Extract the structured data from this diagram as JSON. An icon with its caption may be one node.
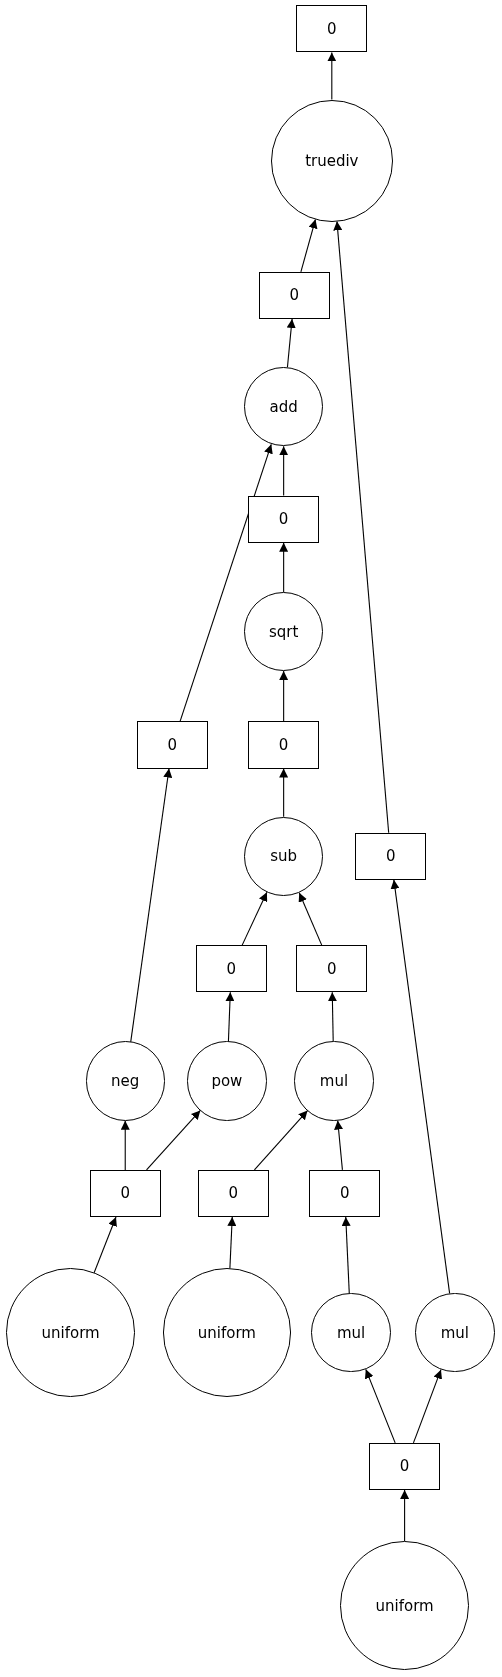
{
  "diagram": {
    "nodes": [
      {
        "text": [
          "0"
        ]
      },
      {
        "text": [
          "truediv"
        ]
      },
      {
        "text": [
          "0"
        ]
      },
      {
        "text": [
          "add"
        ]
      },
      {
        "text": [
          "0"
        ]
      },
      {
        "text": [
          "sqrt"
        ]
      },
      {
        "text": [
          "0"
        ]
      },
      {
        "text": [
          "0"
        ]
      },
      {
        "text": [
          "sub"
        ]
      },
      {
        "text": [
          "0"
        ]
      },
      {
        "text": [
          "0"
        ]
      },
      {
        "text": [
          "0"
        ]
      },
      {
        "text": [
          "neg"
        ]
      },
      {
        "text": [
          "pow"
        ]
      },
      {
        "text": [
          "mul"
        ]
      },
      {
        "text": [
          "0"
        ]
      },
      {
        "text": [
          "0"
        ]
      },
      {
        "text": [
          "0"
        ]
      },
      {
        "text": [
          "uniform"
        ]
      },
      {
        "text": [
          "uniform"
        ]
      },
      {
        "text": [
          "mul"
        ]
      },
      {
        "text": [
          "mul"
        ]
      },
      {
        "text": [
          "0"
        ]
      },
      {
        "text": [
          "uniform"
        ]
      }
    ],
    "edges": [
      {
        "from": 1,
        "to": 0,
        "arrow": "to"
      },
      {
        "from": 2,
        "to": 1,
        "arrow": "to"
      },
      {
        "from": 3,
        "to": 2,
        "arrow": "to"
      },
      {
        "from": 4,
        "to": 3,
        "arrow": "to"
      },
      {
        "from": 6,
        "to": 3,
        "arrow": "to"
      },
      {
        "from": 5,
        "to": 4,
        "arrow": "to"
      },
      {
        "from": 7,
        "to": 5,
        "arrow": "to"
      },
      {
        "from": 8,
        "to": 7,
        "arrow": "to"
      },
      {
        "from": 9,
        "to": 1,
        "arrow": "to"
      },
      {
        "from": 10,
        "to": 8,
        "arrow": "to"
      },
      {
        "from": 11,
        "to": 8,
        "arrow": "to"
      },
      {
        "from": 12,
        "to": 6,
        "arrow": "to"
      },
      {
        "from": 13,
        "to": 10,
        "arrow": "to"
      },
      {
        "from": 14,
        "to": 11,
        "arrow": "to"
      },
      {
        "from": 15,
        "to": 12,
        "arrow": "to"
      },
      {
        "from": 15,
        "to": 13,
        "arrow": "to"
      },
      {
        "from": 16,
        "to": 14,
        "arrow": "to"
      },
      {
        "from": 17,
        "to": 14,
        "arrow": "to"
      },
      {
        "from": 18,
        "to": 15,
        "arrow": "to"
      },
      {
        "from": 19,
        "to": 16,
        "arrow": "to"
      },
      {
        "from": 20,
        "to": 17,
        "arrow": "to"
      },
      {
        "from": 21,
        "to": 9,
        "arrow": "to"
      },
      {
        "from": 22,
        "to": 20,
        "arrow": "to"
      },
      {
        "from": 22,
        "to": 21,
        "arrow": "to"
      },
      {
        "from": 23,
        "to": 22,
        "arrow": "to"
      }
    ]
  }
}
